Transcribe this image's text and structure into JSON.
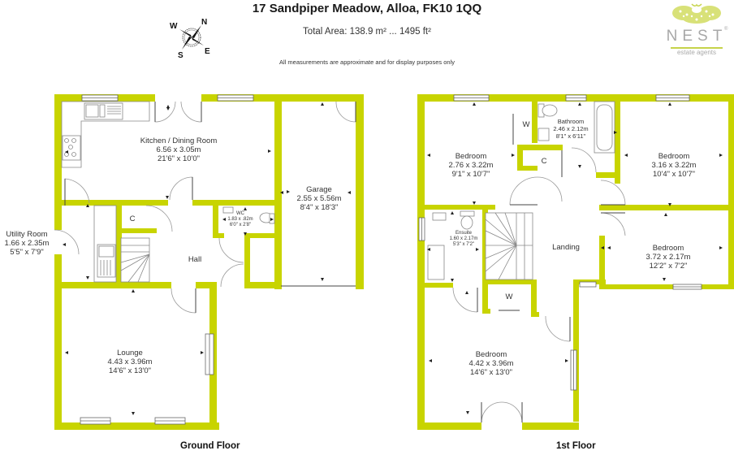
{
  "header": {
    "title": "17 Sandpiper Meadow, Alloa, FK10 1QQ",
    "total_area": "Total Area: 138.9 m² ... 1495 ft²",
    "disclaimer": "All measurements are approximate and for display purposes only"
  },
  "logo": {
    "brand": "NEST",
    "registered": "®",
    "tagline": "estate agents",
    "accent_color": "#c6d34a"
  },
  "compass": {
    "north": "N",
    "south": "S",
    "east": "E",
    "west": "W"
  },
  "colors": {
    "wall": "#c8d400",
    "fixture": "#888888",
    "text": "#333333"
  },
  "ground_floor": {
    "label": "Ground Floor",
    "rooms": [
      {
        "name": "Kitchen / Dining Room",
        "metric": "6.56 x 3.05m",
        "imperial": "21'6\" x 10'0\""
      },
      {
        "name": "Garage",
        "metric": "2.55 x 5.56m",
        "imperial": "8'4\" x 18'3\""
      },
      {
        "name": "Utility Room",
        "metric": "1.66 x 2.35m",
        "imperial": "5'5\" x 7'9\""
      },
      {
        "name": "WC",
        "metric": "1.83 x .82m",
        "imperial": "6'0\" x 2'8\""
      },
      {
        "name": "Hall",
        "metric": "",
        "imperial": ""
      },
      {
        "name": "C",
        "metric": "",
        "imperial": ""
      },
      {
        "name": "Lounge",
        "metric": "4.43 x 3.96m",
        "imperial": "14'6\" x 13'0\""
      }
    ]
  },
  "first_floor": {
    "label": "1st Floor",
    "rooms": [
      {
        "name": "Bedroom",
        "metric": "2.76 x 3.22m",
        "imperial": "9'1\" x 10'7\""
      },
      {
        "name": "Bathroom",
        "metric": "2.46 x 2.12m",
        "imperial": "8'1\" x 6'11\""
      },
      {
        "name": "Bedroom",
        "metric": "3.16 x 3.22m",
        "imperial": "10'4\" x 10'7\""
      },
      {
        "name": "W",
        "metric": "",
        "imperial": ""
      },
      {
        "name": "C",
        "metric": "",
        "imperial": ""
      },
      {
        "name": "Ensuite",
        "metric": "1.60 x 2.17m",
        "imperial": "5'3\" x 7'2\""
      },
      {
        "name": "Landing",
        "metric": "",
        "imperial": ""
      },
      {
        "name": "Bedroom",
        "metric": "3.72 x 2.17m",
        "imperial": "12'2\" x 7'2\""
      },
      {
        "name": "W",
        "metric": "",
        "imperial": ""
      },
      {
        "name": "Bedroom",
        "metric": "4.42 x 3.96m",
        "imperial": "14'6\" x 13'0\""
      }
    ]
  }
}
